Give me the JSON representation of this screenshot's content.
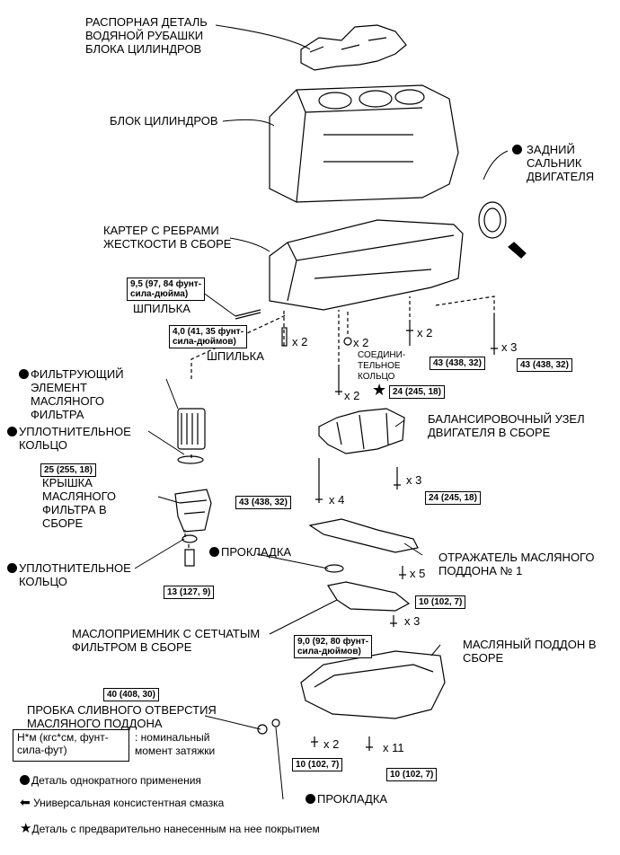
{
  "labels": {
    "spacer": "РАСПОРНАЯ ДЕТАЛЬ\nВОДЯНОЙ РУБАШКИ\nБЛОКА ЦИЛИНДРОВ",
    "block": "БЛОК ЦИЛИНДРОВ",
    "rear_seal": "ЗАДНИЙ\nСАЛЬНИК\nДВИГАТЕЛЯ",
    "crankcase": "КАРТЕР С РЕБРАМИ\nЖЕСТКОСТИ В СБОРЕ",
    "stud1": "ШПИЛЬКА",
    "stud2": "ШПИЛЬКА",
    "union": "СОЕДИНИ-\nТЕЛЬНОЕ\nКОЛЬЦО",
    "filter_element": "ФИЛЬТРУЮЩИЙ\nЭЛЕМЕНТ\nМАСЛЯНОГО\nФИЛЬТРА",
    "oring1": "УПЛОТНИТЕЛЬНОЕ\nКОЛЬЦО",
    "filter_cap": "КРЫШКА\nМАСЛЯНОГО\nФИЛЬТРА В\nСБОРЕ",
    "oring2": "УПЛОТНИТЕЛЬНОЕ\nКОЛЬЦО",
    "balancer": "БАЛАНСИРОВОЧНЫЙ УЗЕЛ\nДВИГАТЕЛЯ В СБОРЕ",
    "gasket1": "ПРОКЛАДКА",
    "baffle": "ОТРАЖАТЕЛЬ МАСЛЯНОГО\nПОДДОНА № 1",
    "strainer": "МАСЛОПРИЕМНИК С СЕТЧАТЫМ\nФИЛЬТРОМ В СБОРЕ",
    "oil_pan": "МАСЛЯНЫЙ ПОДДОН В\nСБОРЕ",
    "drain_plug": "ПРОБКА СЛИВНОГО ОТВЕРСТИЯ\nМАСЛЯНОГО ПОДДОНА",
    "gasket2": "ПРОКЛАДКА"
  },
  "torques": {
    "t1": "9,5 (97, 84 фунт-\nсила-дюйма)",
    "t2": "4,0 (41, 35 фунт-\nсила-дюймов)",
    "t3": "24 (245, 18)",
    "t4": "43 (438, 32)",
    "t5": "43 (438, 32)",
    "t6": "25 (255, 18)",
    "t7": "43 (438, 32)",
    "t8": "24 (245, 18)",
    "t9": "13 (127, 9)",
    "t10": "10 (102, 7)",
    "t11": "9,0 (92, 80 фунт-\nсила-дюймов)",
    "t12": "40 (408, 30)",
    "t13": "10 (102, 7)",
    "t14": "10 (102, 7)"
  },
  "counts": {
    "c1": "x 2",
    "c2": "x 2",
    "c3": "x 2",
    "c4": "x 3",
    "c5": "x 2",
    "c6": "x 3",
    "c7": "x 4",
    "c8": "x 5",
    "c9": "x 3",
    "c10": "x 2",
    "c11": "x 11"
  },
  "legend": {
    "unit_box": "Н*м (кгс*см, фунт-\nсила-фут)",
    "unit_desc": ": номинальный\nмомент затяжки",
    "single_use": "Деталь однократного применения",
    "grease": "Универсальная консистентная смазка",
    "precoated": "Деталь с предварительно нанесенным на нее покрытием"
  }
}
